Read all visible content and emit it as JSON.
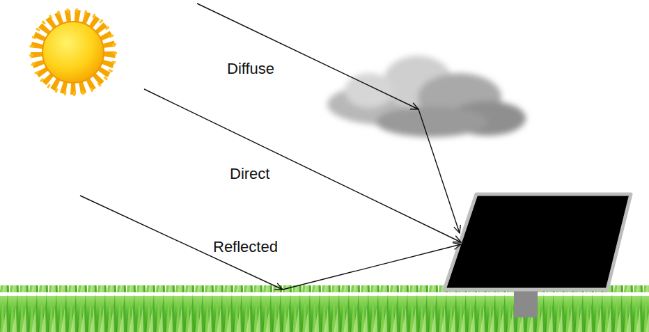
{
  "diagram": {
    "labels": [
      "Diffuse",
      "Direct",
      "Reflected"
    ]
  }
}
